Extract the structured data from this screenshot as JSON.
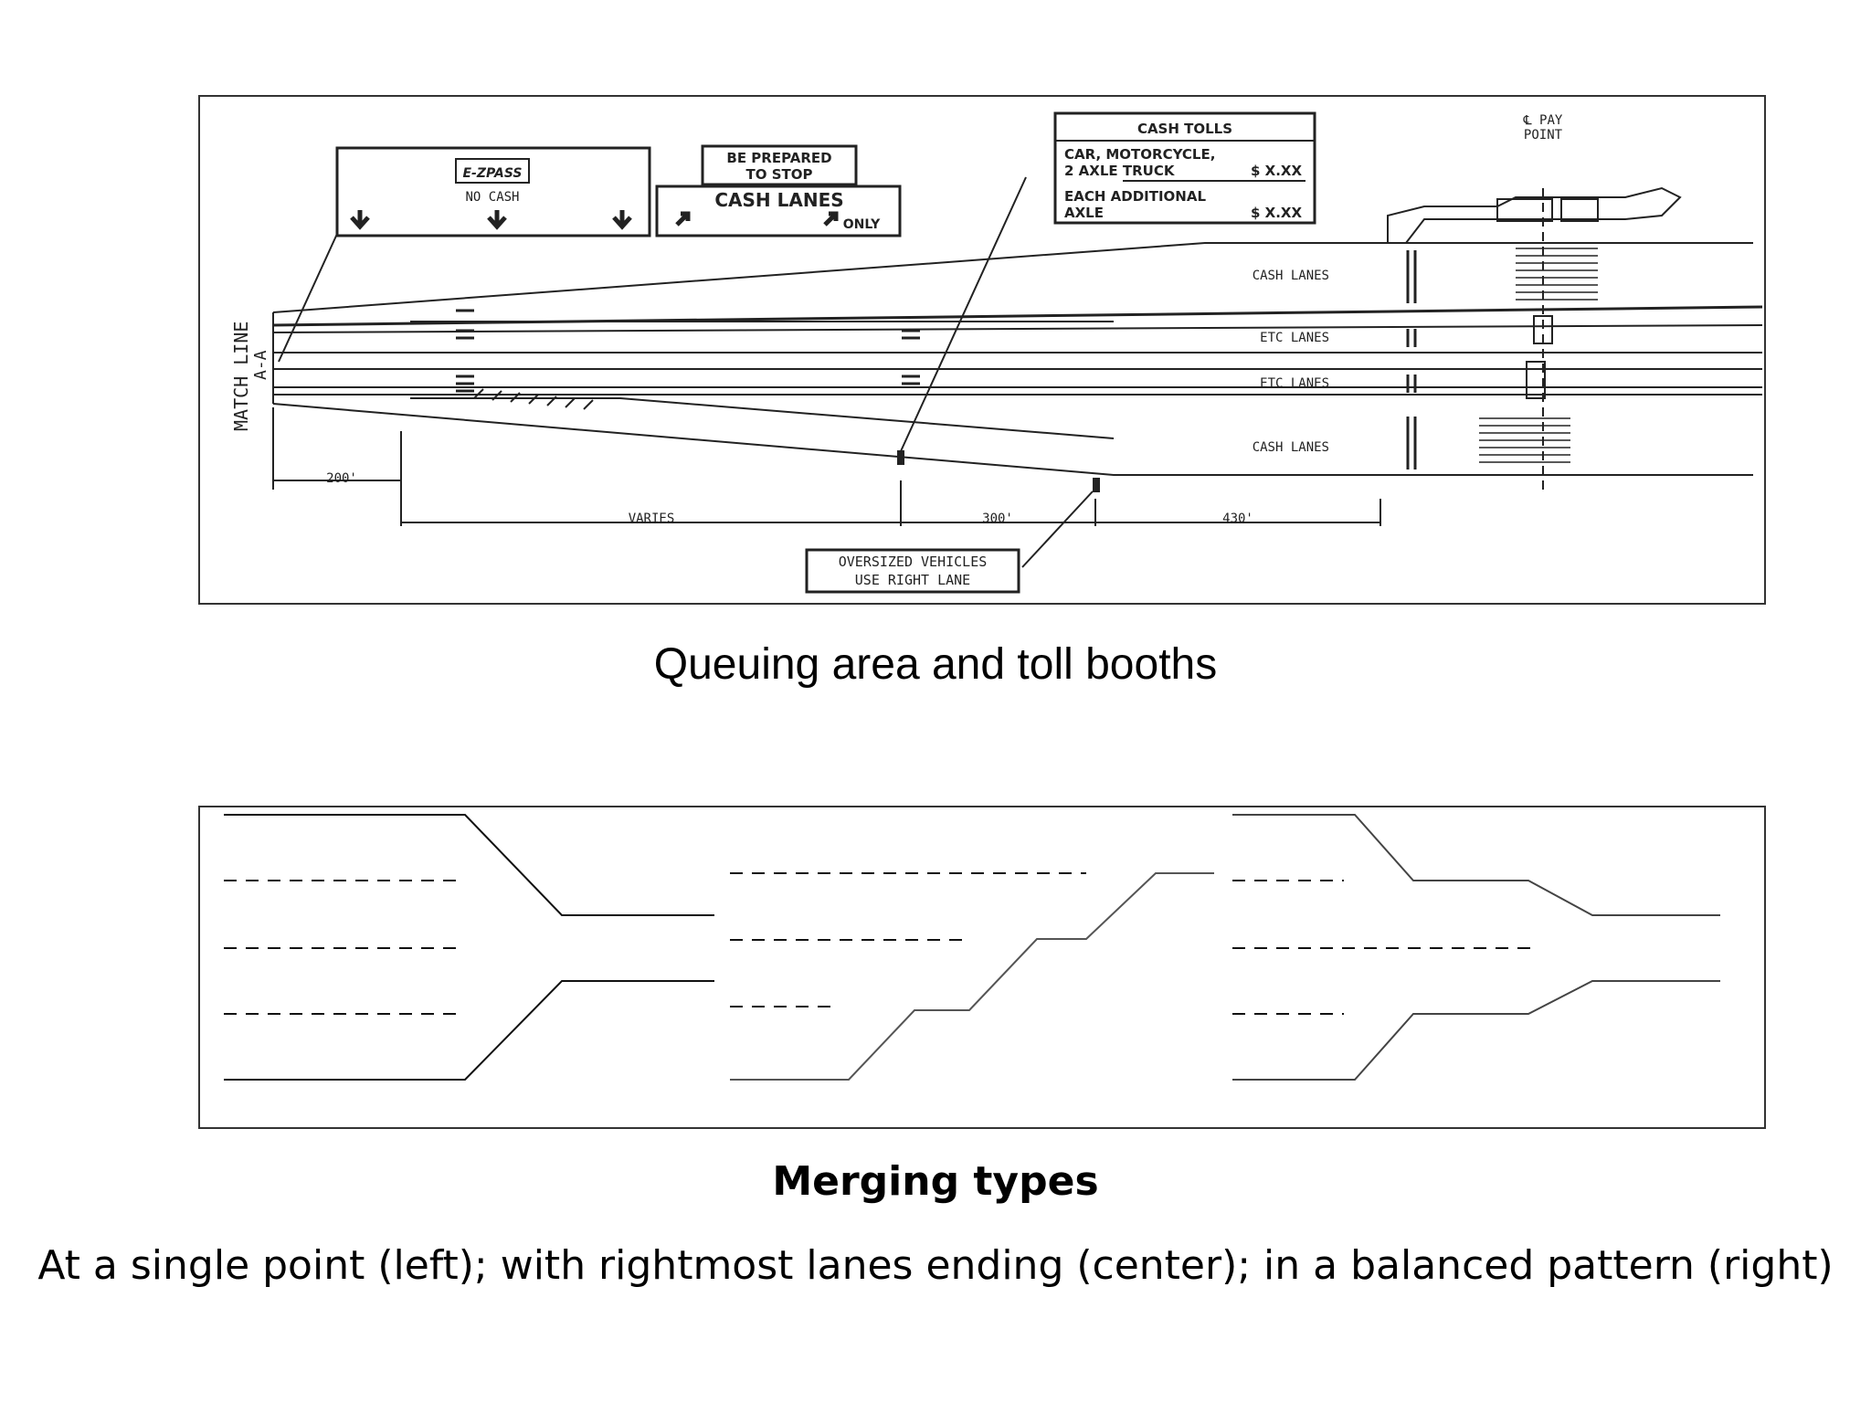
{
  "top_figure": {
    "sign_ezpass": {
      "logo": "E-ZPASS",
      "text": "NO CASH"
    },
    "sign_prepare": {
      "line1": "BE PREPARED",
      "line2": "TO STOP"
    },
    "sign_cash_lanes": {
      "title": "CASH LANES",
      "only": "ONLY"
    },
    "sign_cash_tolls": {
      "title": "CASH TOLLS",
      "row1_a": "CAR, MOTORCYCLE,",
      "row1_b": "2 AXLE TRUCK",
      "row1_price": "$ X.XX",
      "row2_a": "EACH ADDITIONAL",
      "row2_b": "AXLE",
      "row2_price": "$ X.XX"
    },
    "pay_point": {
      "line1": "℄ PAY",
      "line2": "POINT"
    },
    "match_line": {
      "line1": "MATCH LINE",
      "line2": "A-A"
    },
    "lane_labels": [
      "CASH LANES",
      "ETC LANES",
      "ETC LANES",
      "CASH LANES"
    ],
    "dimensions": [
      "200'",
      "VARIES",
      "300'",
      "430'"
    ],
    "sign_oversized": {
      "line1": "OVERSIZED VEHICLES",
      "line2": "USE RIGHT LANE"
    }
  },
  "captions": {
    "top": "Queuing area and toll booths",
    "bottom_title": "Merging types",
    "bottom_desc": "At a single point (left); with rightmost lanes ending (center); in a balanced pattern (right)"
  }
}
